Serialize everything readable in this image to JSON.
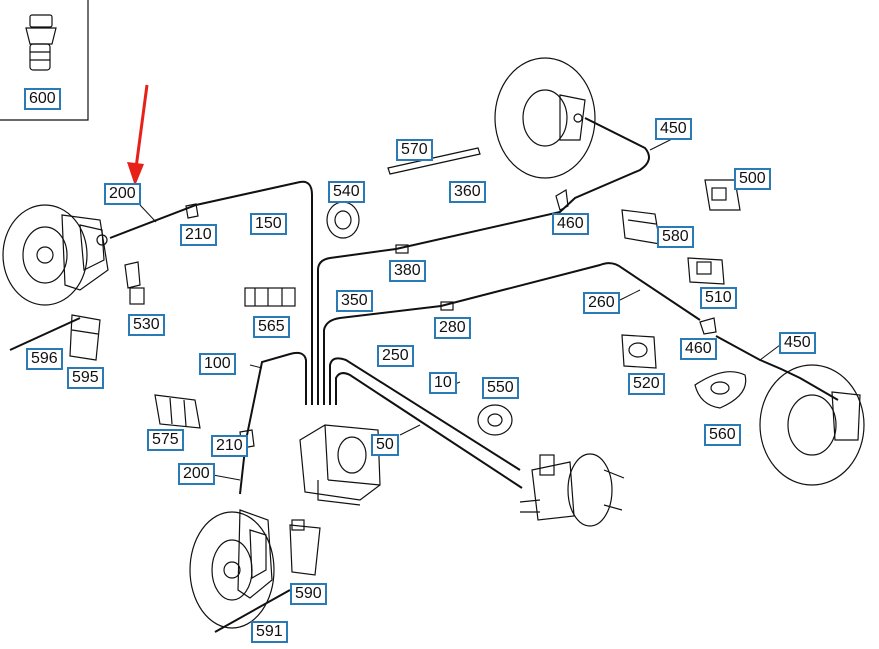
{
  "diagram": {
    "colors": {
      "label_border": "#2a7ab5",
      "pointer_arrow": "#e8201a",
      "line": "#111111"
    },
    "part_labels": [
      {
        "id": "600"
      },
      {
        "id": "450"
      },
      {
        "id": "570"
      },
      {
        "id": "500"
      },
      {
        "id": "200"
      },
      {
        "id": "540"
      },
      {
        "id": "360"
      },
      {
        "id": "210"
      },
      {
        "id": "150"
      },
      {
        "id": "460"
      },
      {
        "id": "580"
      },
      {
        "id": "380"
      },
      {
        "id": "510"
      },
      {
        "id": "530"
      },
      {
        "id": "350"
      },
      {
        "id": "565"
      },
      {
        "id": "260"
      },
      {
        "id": "280"
      },
      {
        "id": "596"
      },
      {
        "id": "595"
      },
      {
        "id": "460"
      },
      {
        "id": "450"
      },
      {
        "id": "250"
      },
      {
        "id": "100"
      },
      {
        "id": "520"
      },
      {
        "id": "10"
      },
      {
        "id": "550"
      },
      {
        "id": "575"
      },
      {
        "id": "560"
      },
      {
        "id": "210"
      },
      {
        "id": "50"
      },
      {
        "id": "200"
      },
      {
        "id": "590"
      },
      {
        "id": "591"
      }
    ],
    "icons": [
      "pointer-arrow-icon",
      "bolt-icon",
      "brake-disc-icon",
      "caliper-icon",
      "abs-unit-icon",
      "brake-booster-icon",
      "clip-icon",
      "grommet-icon"
    ]
  }
}
